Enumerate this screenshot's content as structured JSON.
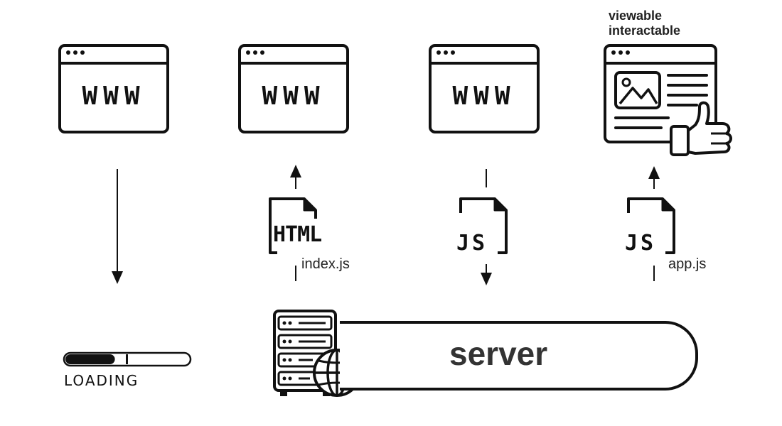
{
  "browsers": [
    {
      "text": "WWW"
    },
    {
      "text": "WWW"
    },
    {
      "text": "WWW"
    }
  ],
  "final_browser": {
    "caption_line1": "viewable",
    "caption_line2": "interactable"
  },
  "files": {
    "html_icon_text": "HTML",
    "html_label": "index.js",
    "js_icon_text": "JS",
    "app_icon_text": "JS",
    "app_label": "app.js"
  },
  "server": {
    "label": "server"
  },
  "loading": {
    "label": "LOADING",
    "progress": 0.4
  },
  "icons": [
    "browser-window-icon",
    "html-file-icon",
    "js-file-icon",
    "server-rack-icon",
    "globe-icon",
    "thumbs-up-icon",
    "image-icon",
    "loading-bar-icon"
  ]
}
